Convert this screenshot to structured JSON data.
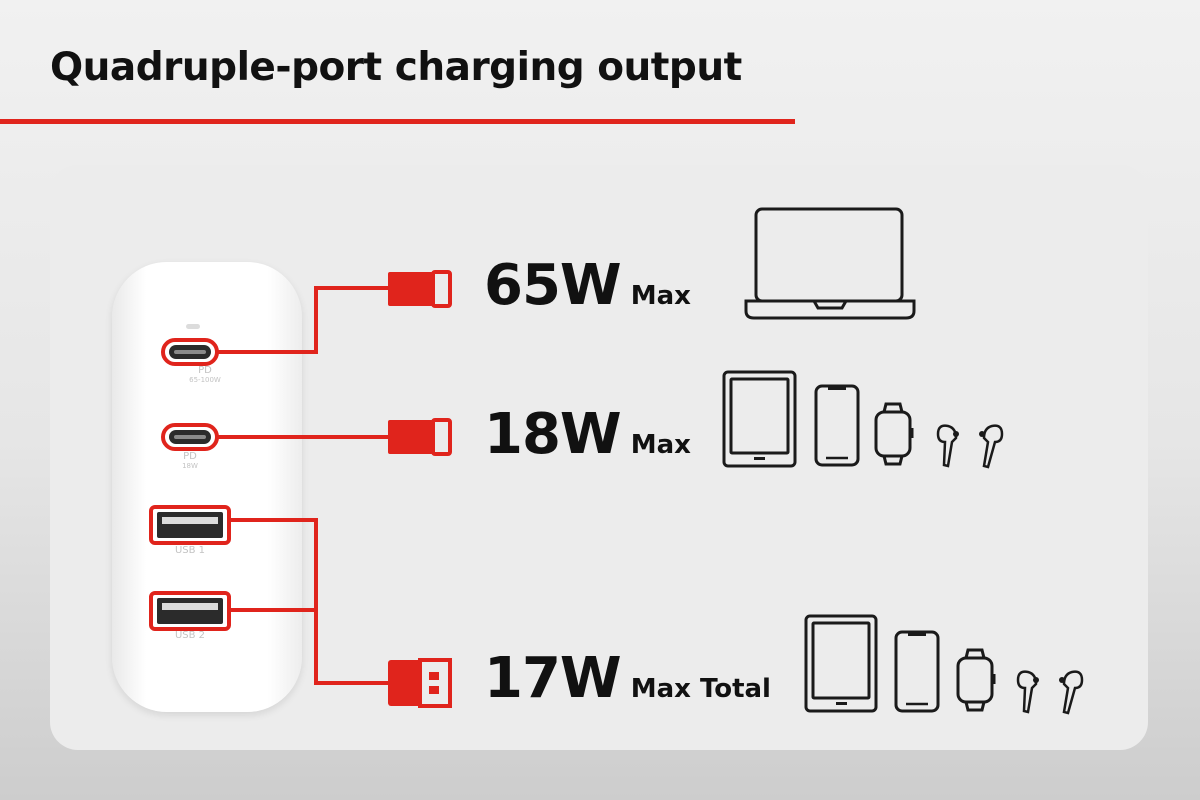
{
  "header": {
    "title": "Quadruple-port charging output"
  },
  "charger": {
    "ports": [
      {
        "type": "usb-c",
        "label": "PD",
        "sublabel": "65-100W"
      },
      {
        "type": "usb-c",
        "label": "PD",
        "sublabel": "18W"
      },
      {
        "type": "usb-a",
        "label": "USB 1"
      },
      {
        "type": "usb-a",
        "label": "USB 2"
      }
    ]
  },
  "outputs": [
    {
      "watts": "65W",
      "suffix": "Max",
      "devices": [
        "laptop-icon"
      ]
    },
    {
      "watts": "18W",
      "suffix": "Max",
      "devices": [
        "tablet-icon",
        "phone-icon",
        "smartwatch-icon",
        "earbuds-icon"
      ]
    },
    {
      "watts": "17W",
      "suffix": "Max Total",
      "devices": [
        "tablet-icon",
        "phone-icon",
        "smartwatch-icon",
        "earbuds-icon"
      ]
    }
  ],
  "colors": {
    "accent": "#e0241c",
    "text": "#111111",
    "panel": "#ececec",
    "icon_stroke": "#1a1a1a"
  }
}
